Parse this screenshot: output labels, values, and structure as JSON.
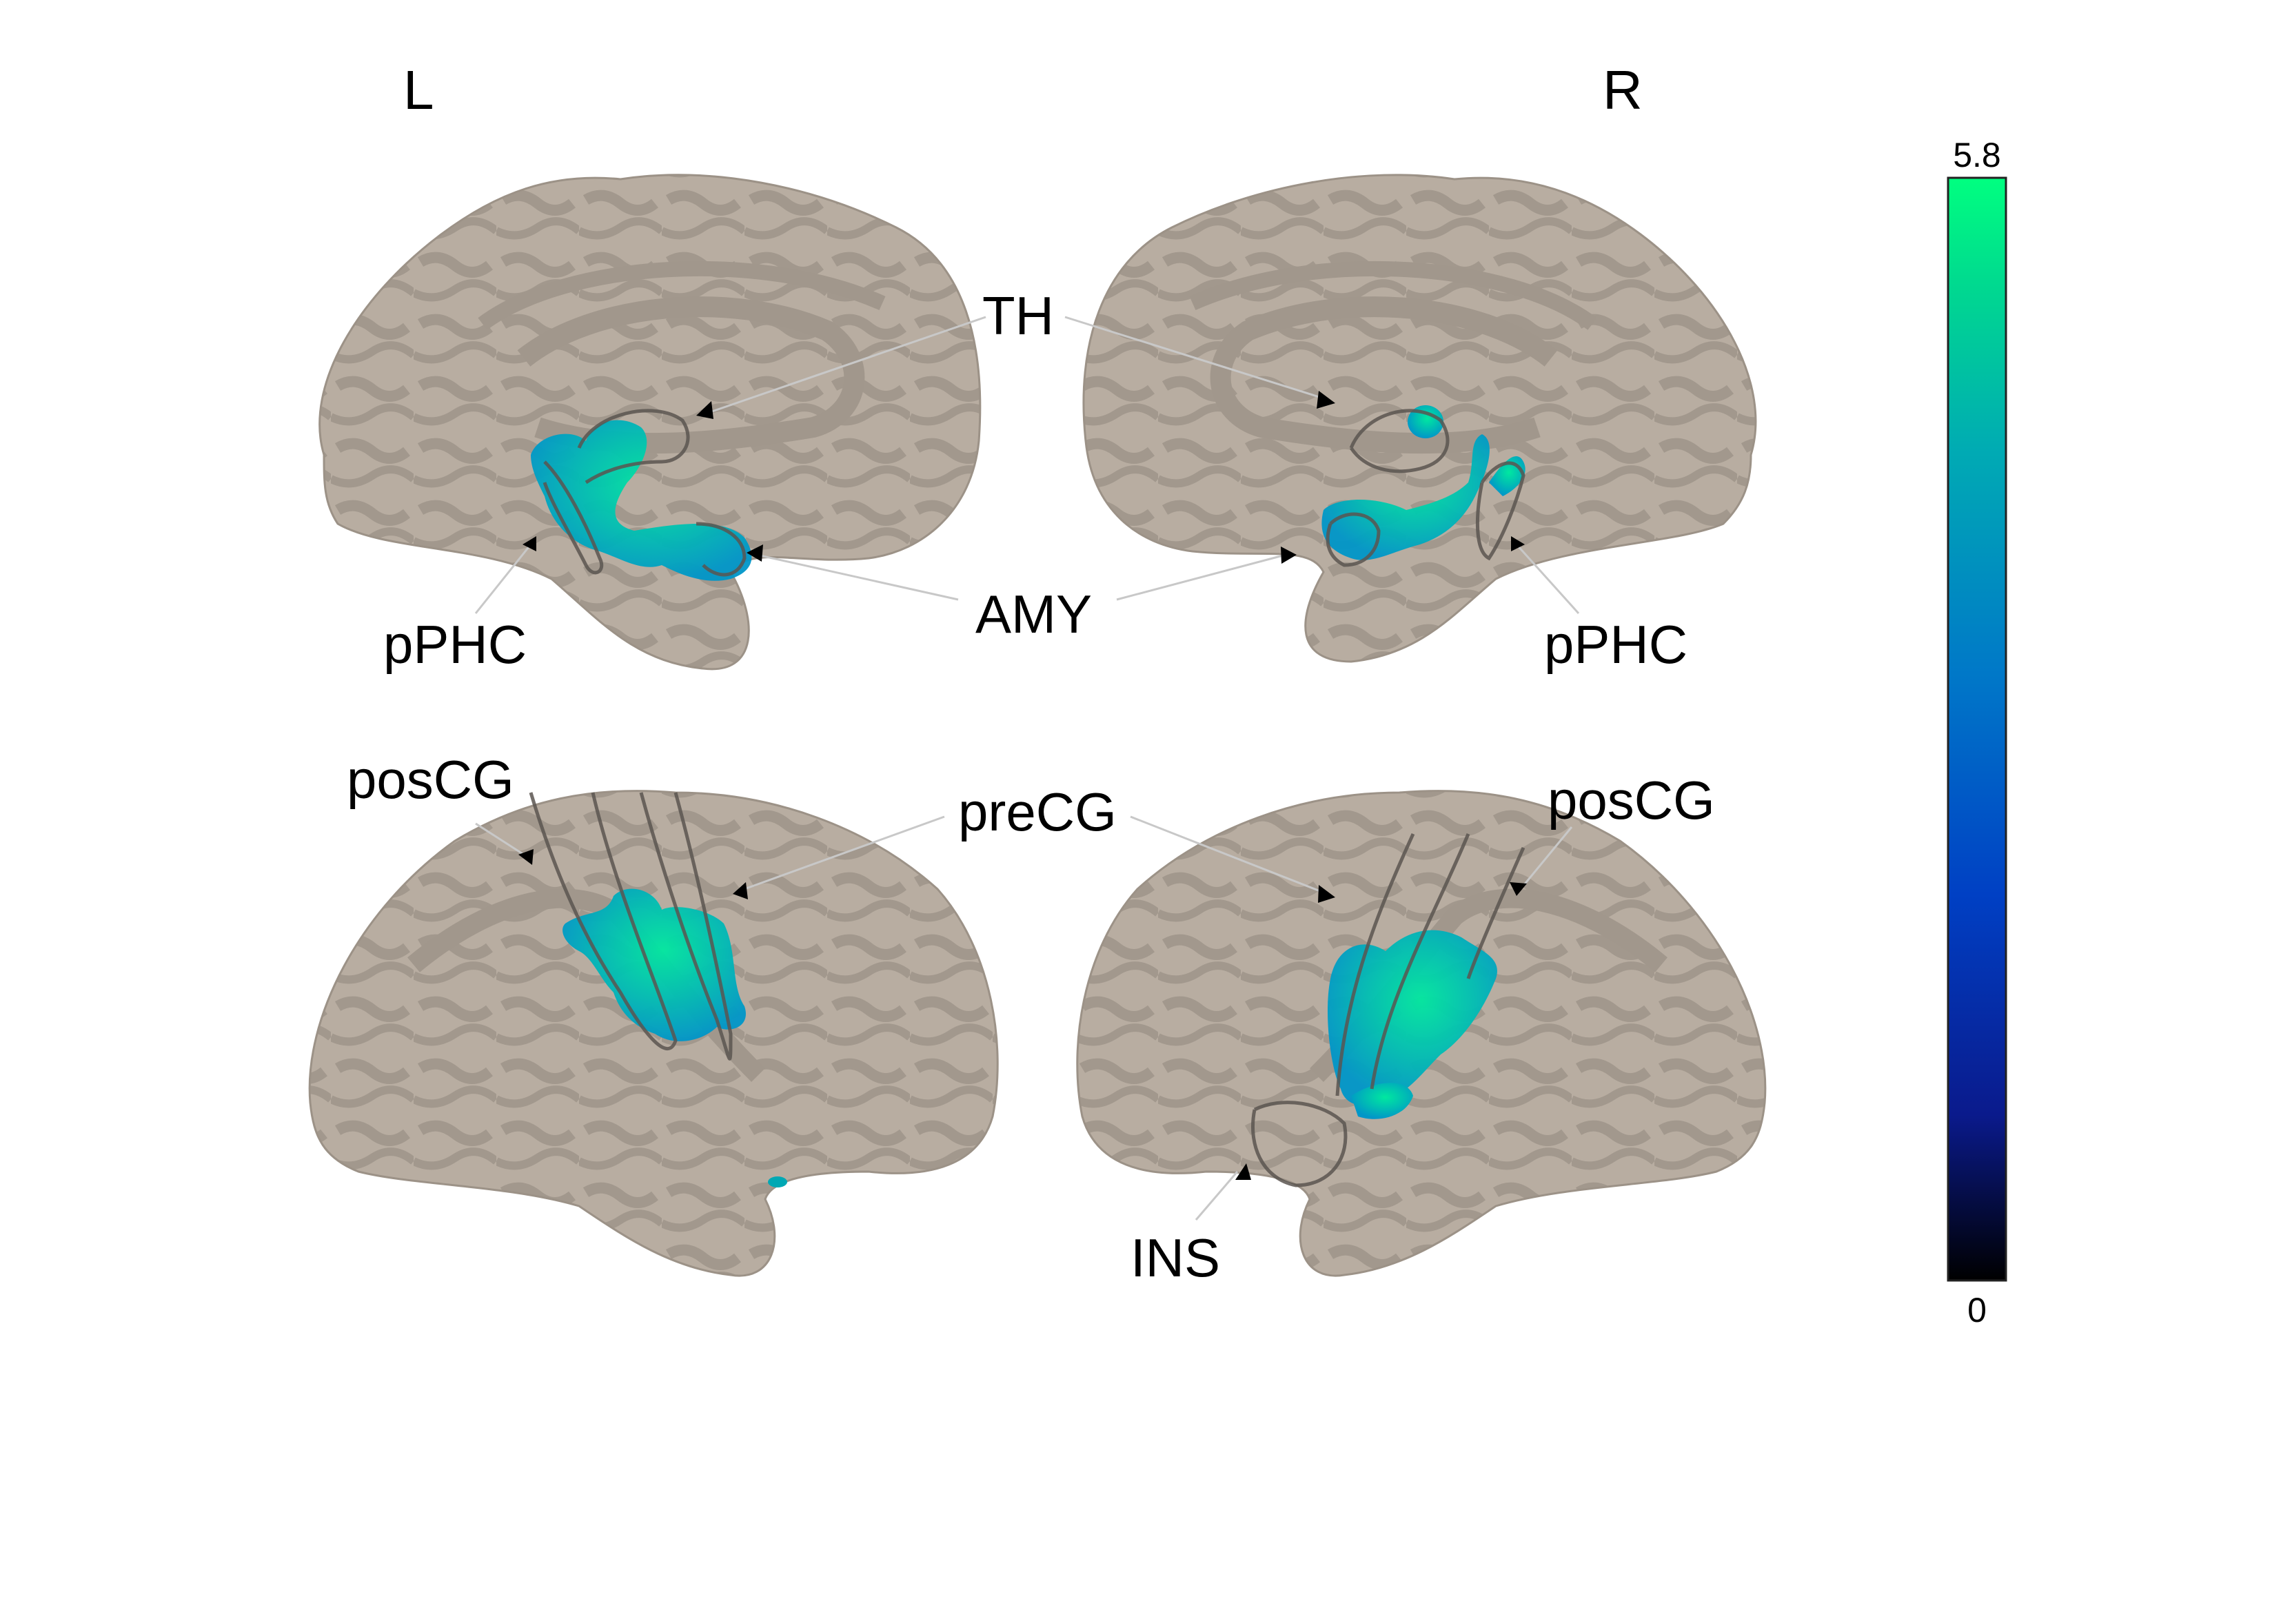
{
  "hemispheres": {
    "left": "L",
    "right": "R"
  },
  "labels": {
    "th": "TH",
    "amy": "AMY",
    "pphc_left": "pPHC",
    "pphc_right": "pPHC",
    "poscg_left": "posCG",
    "precg": "preCG",
    "poscg_right": "posCG",
    "ins": "INS"
  },
  "colorbar": {
    "max_label": "5.8",
    "min_label": "0",
    "min": 0,
    "max": 5.8,
    "colors": [
      "#000000",
      "#0a1a8c",
      "#0048c8",
      "#0078c8",
      "#00a8b4",
      "#00d28c",
      "#00ff80"
    ]
  },
  "colors": {
    "cortex_light": "#b7aca0",
    "cortex_dark": "#a1978c",
    "activation": "#00b4b4"
  }
}
